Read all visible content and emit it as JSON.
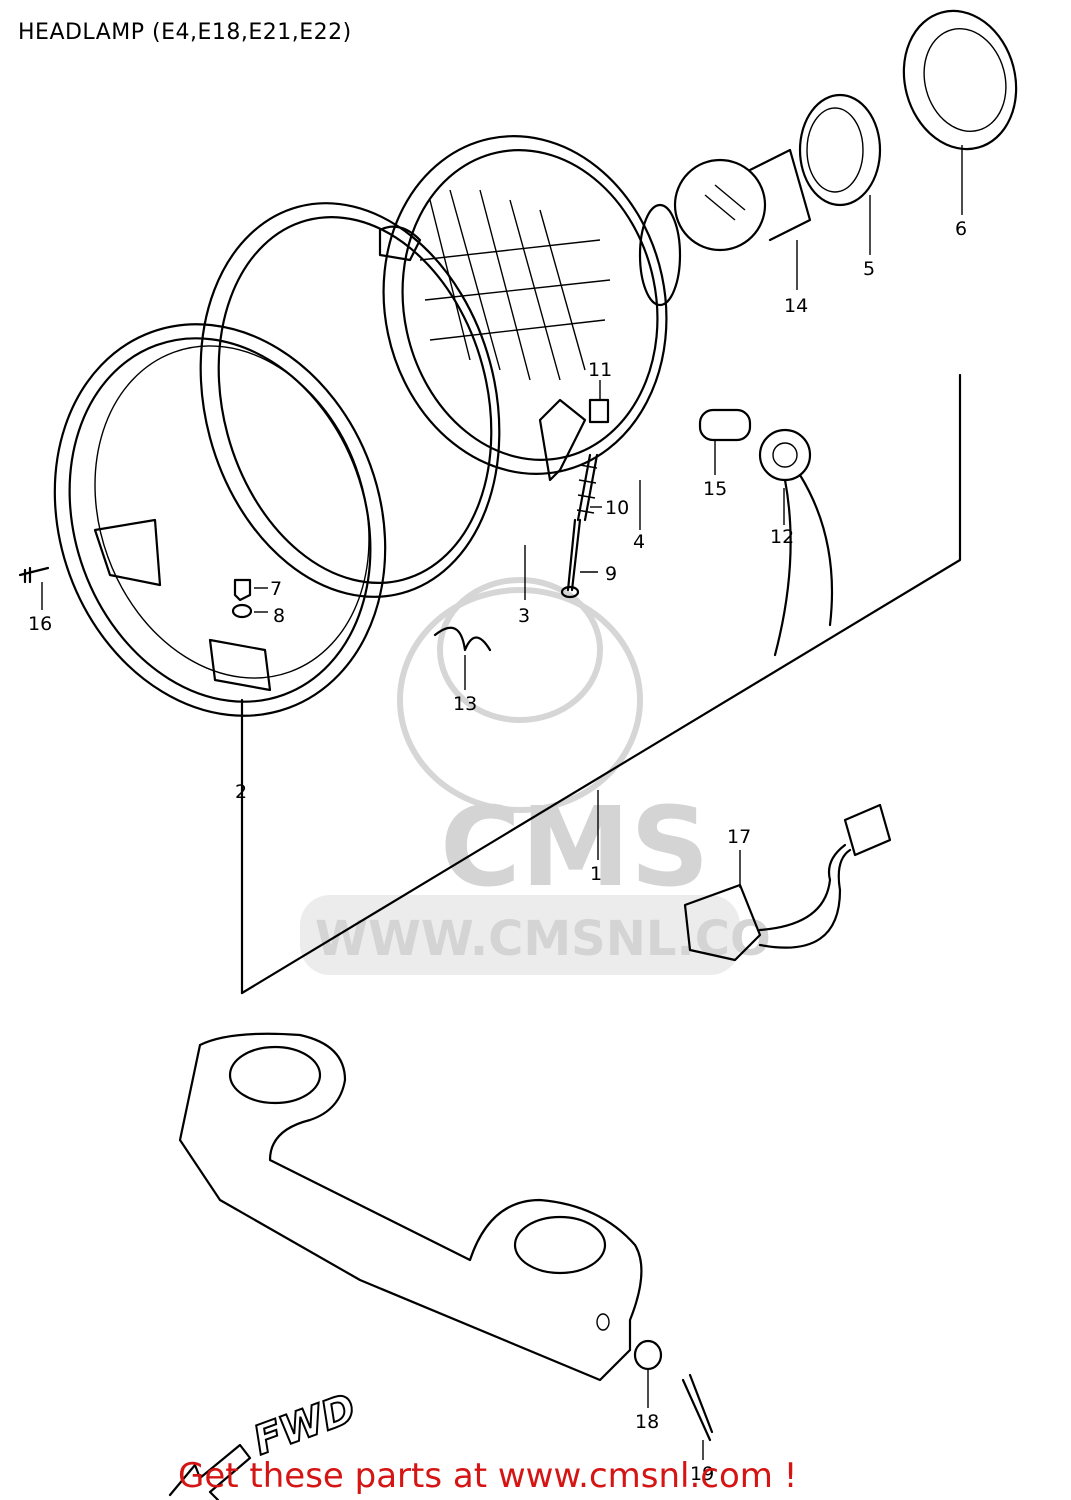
{
  "title": "HEADLAMP (E4,E18,E21,E22)",
  "footer": "Get these parts at www.cmsnl.com !",
  "watermark": {
    "logo_text": "CMS",
    "url_text": "WWW.CMSNL.CO"
  },
  "direction_label": "FWD",
  "colors": {
    "line": "#000000",
    "footer": "#d51414",
    "watermark": "#d4d4d4",
    "background": "#ffffff"
  },
  "callouts": [
    "1",
    "2",
    "3",
    "4",
    "5",
    "6",
    "7",
    "8",
    "9",
    "10",
    "11",
    "12",
    "13",
    "14",
    "15",
    "16",
    "17",
    "18",
    "19"
  ]
}
